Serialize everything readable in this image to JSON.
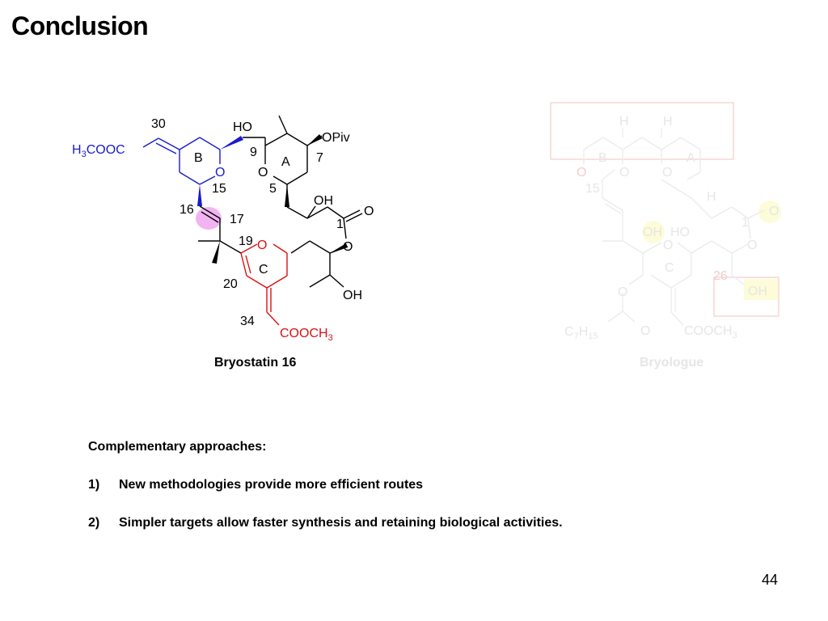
{
  "slide": {
    "title": "Conclusion",
    "page_number": "44"
  },
  "molecule_left": {
    "caption": "Bryostatin 16",
    "labels": {
      "n30": "30",
      "ester_top": "H3COOC",
      "ho_top": "HO",
      "n9": "9",
      "opiv": "OPiv",
      "ring_b": "B",
      "ring_a": "A",
      "n7": "7",
      "o_ringb": "O",
      "o_ringa": "O",
      "n15": "15",
      "n5": "5",
      "oh_mid": "OH",
      "n16": "16",
      "n17": "17",
      "o_carbonyl": "O",
      "n1": "1",
      "n19": "19",
      "o_ringc": "O",
      "o_ester": "O",
      "ring_c": "C",
      "n20": "20",
      "oh_bottom": "OH",
      "n34": "34",
      "ester_bottom": "COOCH3"
    }
  },
  "molecule_right": {
    "caption": "Bryologue",
    "labels": {
      "h1": "H",
      "h2": "H",
      "ring_b": "B",
      "ring_a": "A",
      "o_ring_left": "O",
      "o_ring_b": "O",
      "o_ring_a": "O",
      "n15": "15",
      "h_side": "H",
      "o_top_right": "O",
      "n1": "1",
      "oh": "OH",
      "ho": "HO",
      "o_ring_c": "O",
      "o_ester": "O",
      "ring_c": "C",
      "n26": "26",
      "oh_right": "OH",
      "o_lower": "O",
      "c7h15": "C7H15",
      "o_bottom": "O",
      "ester": "COOCH3"
    }
  },
  "content": {
    "heading": "Complementary approaches:",
    "items": [
      {
        "num": "1)",
        "text": "New methodologies provide more efficient routes"
      },
      {
        "num": "2)",
        "text": "Simpler targets allow faster synthesis and retaining biological activities."
      }
    ]
  },
  "colors": {
    "ring_b_blue": "#1a1acc",
    "ring_c_red": "#dd1111",
    "highlight_magenta": "#ee99ee",
    "faded_text": "#e6e6e6",
    "faded_red_box": "#f5cccc",
    "faded_yellow": "#fcfcd8"
  }
}
